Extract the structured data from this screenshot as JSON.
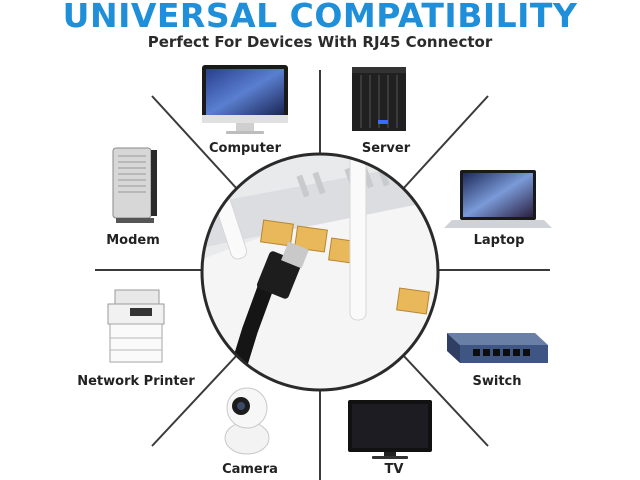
{
  "header": {
    "title": "UNIVERSAL COMPATIBILITY",
    "subtitle": "Perfect For Devices With RJ45 Connector"
  },
  "devices": [
    {
      "id": "computer",
      "label": "Computer",
      "icon": "monitor-icon"
    },
    {
      "id": "server",
      "label": "Server",
      "icon": "server-rack-icon"
    },
    {
      "id": "modem",
      "label": "Modem",
      "icon": "modem-icon"
    },
    {
      "id": "laptop",
      "label": "Laptop",
      "icon": "laptop-icon"
    },
    {
      "id": "network-printer",
      "label": "Network Printer",
      "icon": "printer-icon"
    },
    {
      "id": "switch",
      "label": "Switch",
      "icon": "network-switch-icon"
    },
    {
      "id": "camera",
      "label": "Camera",
      "icon": "security-camera-icon"
    },
    {
      "id": "tv",
      "label": "TV",
      "icon": "tv-icon"
    }
  ],
  "center": {
    "icon": "router-with-rj45-cable-icon"
  },
  "colors": {
    "title": "#1f8fd9",
    "ring": "#2a2a2a",
    "spokes": "#3a3a3a",
    "port": "#e8b85a"
  }
}
